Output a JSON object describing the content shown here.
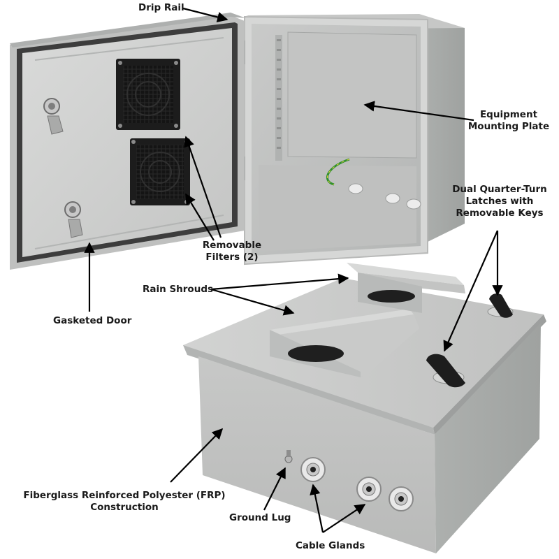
{
  "image": {
    "subject": "Fiberglass electrical enclosure with fan filters and rain shrouds",
    "colors": {
      "enclosure": "#cfd0cf",
      "enclosure_shadow": "#a9abaa",
      "fan_black": "#1b1b1b",
      "gasket": "#3b3b3b",
      "arrow": "#000000",
      "label_text": "#1a1a1a"
    }
  },
  "callouts": {
    "drip_rail": "Drip Rail",
    "equipment_mounting_plate_line1": "Equipment",
    "equipment_mounting_plate_line2": "Mounting Plate",
    "dual_latches_line1": "Dual Quarter-Turn",
    "dual_latches_line2": "Latches with",
    "dual_latches_line3": "Removable Keys",
    "removable_filters_line1": "Removable",
    "removable_filters_line2": "Filters (2)",
    "rain_shrouds": "Rain Shrouds",
    "gasketed_door": "Gasketed Door",
    "frp_line1": "Fiberglass Reinforced Polyester (FRP)",
    "frp_line2": "Construction",
    "ground_lug": "Ground Lug",
    "cable_glands": "Cable Glands"
  }
}
